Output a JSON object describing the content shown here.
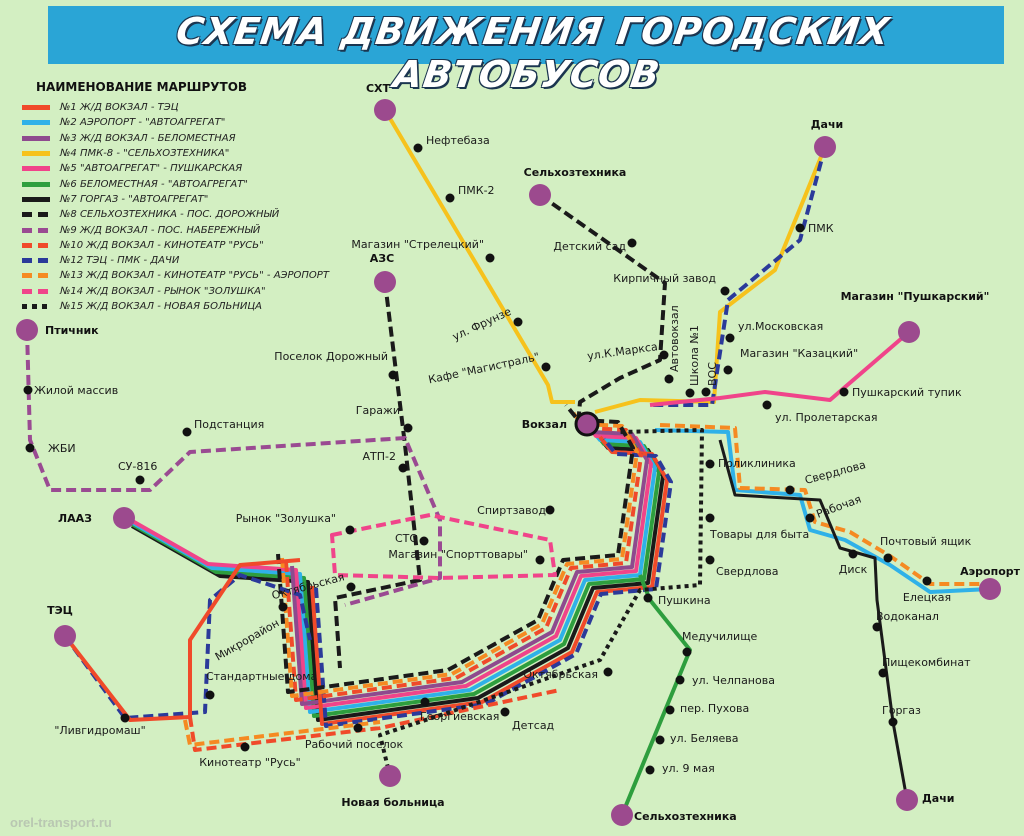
{
  "title": "СХЕМА ДВИЖЕНИЯ ГОРОДСКИХ АВТОБУСОВ",
  "legend": {
    "title": "НАИМЕНОВАНИЕ МАРШРУТОВ",
    "routes": [
      {
        "label": "№1 Ж/Д ВОКЗАЛ - ТЭЦ",
        "color": "#f04a2a",
        "style": "solid"
      },
      {
        "label": "№2 АЭРОПОРТ - \"АВТОАГРЕГАТ\"",
        "color": "#2fb1e8",
        "style": "solid"
      },
      {
        "label": "№3 Ж/Д ВОКЗАЛ - БЕЛОМЕСТНАЯ",
        "color": "#8e4a8e",
        "style": "solid"
      },
      {
        "label": "№4 ПМК-8 - \"СЕЛЬХОЗТЕХНИКА\"",
        "color": "#f6c21c",
        "style": "solid"
      },
      {
        "label": "№5 \"АВТОАГРЕГАТ\" - ПУШКАРСКАЯ",
        "color": "#f0448a",
        "style": "solid"
      },
      {
        "label": "№6 БЕЛОМЕСТНАЯ - \"АВТОАГРЕГАТ\"",
        "color": "#2e9e3e",
        "style": "solid"
      },
      {
        "label": "№7 ГОРГАЗ - \"АВТОАГРЕГАТ\"",
        "color": "#1a1a1a",
        "style": "solid"
      },
      {
        "label": "№8 СЕЛЬХОЗТЕХНИКА - ПОС. ДОРОЖНЫЙ",
        "color": "#1a1a1a",
        "style": "dashed"
      },
      {
        "label": "№9 Ж/Д ВОКЗАЛ - ПОС. НАБЕРЕЖНЫЙ",
        "color": "#9a4a92",
        "style": "dashed"
      },
      {
        "label": "№10 Ж/Д ВОКЗАЛ - КИНОТЕАТР \"РУСЬ\"",
        "color": "#f04a2a",
        "style": "dashed"
      },
      {
        "label": "№12 ТЭЦ - ПМК - ДАЧИ",
        "color": "#2b3a9a",
        "style": "dashed"
      },
      {
        "label": "№13 Ж/Д ВОКЗАЛ - КИНОТЕАТР \"РУСЬ\" - АЭРОПОРТ",
        "color": "#f58a22",
        "style": "dashed"
      },
      {
        "label": "№14 Ж/Д ВОКЗАЛ - РЫНОК \"ЗОЛУШКА\"",
        "color": "#f0448a",
        "style": "dashed"
      },
      {
        "label": "№15 Ж/Д ВОКЗАЛ - НОВАЯ БОЛЬНИЦА",
        "color": "#1a1a1a",
        "style": "dotted"
      }
    ]
  },
  "terminals": [
    "СХТ",
    "Дачи",
    "Сельхозтехника",
    "АЗС",
    "Птичник",
    "ЛААЗ",
    "ТЭЦ",
    "Новая больница",
    "Сельхозтехника",
    "Дачи",
    "Аэропорт",
    "Магазин \"Пушкарский\"",
    "Вокзал"
  ],
  "stops": [
    "Нефтебаза",
    "ПМК-2",
    "Магазин \"Стрелецкий\"",
    "Детский сад",
    "ул. Фрунзе",
    "Кафе \"Магистраль\"",
    "ул.К.Маркса",
    "Кирпичный завод",
    "ПМК",
    "ул.Московская",
    "Магазин \"Казацкий\"",
    "Автовокзал",
    "Школа №1",
    "ВОС",
    "ул. Пролетарская",
    "Пушкарский тупик",
    "Поселок Дорожный",
    "Гаражи",
    "АТП-2",
    "СТО",
    "Рынок \"Золушка\"",
    "Октябрьская",
    "Подстанция",
    "СУ-816",
    "ЖБИ",
    "Жилой массив",
    "Спиртзавод",
    "Магазин \"Спорттовары\"",
    "Поликлиника",
    "Свердлова",
    "Рабочая",
    "Товары для быта",
    "Свердлова",
    "Диск",
    "Почтовый ящик",
    "Елецкая",
    "Водоканал",
    "Пищекомбинат",
    "Горгаз",
    "Пушкина",
    "Медучилище",
    "ул. Челпанова",
    "пер. Пухова",
    "ул. Беляева",
    "ул. 9 мая",
    "Октябрьская",
    "Детсад",
    "Георгиевская",
    "Рабочий поселок",
    "Кинотеатр \"Русь\"",
    "Микрорайон",
    "Стандартные дома",
    "\"Ливгидромаш\""
  ],
  "terminal_color": "#9c4a8e",
  "watermark": "orel-transport.ru"
}
